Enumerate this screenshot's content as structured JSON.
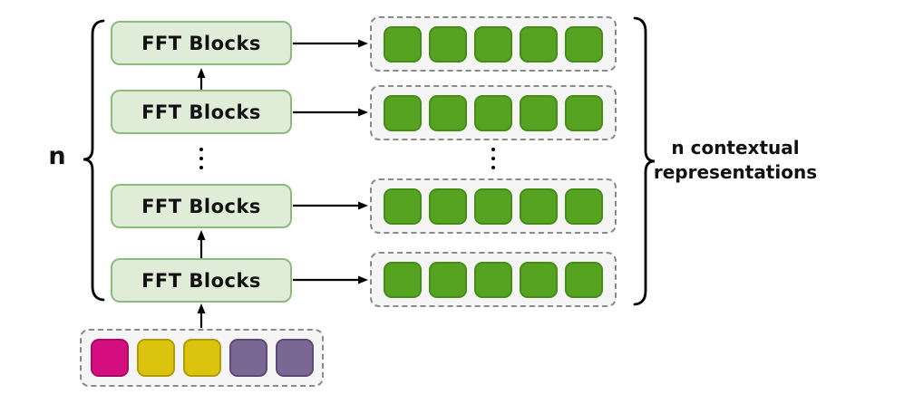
{
  "diagram": {
    "stack_count_label": "n",
    "fft_block_label": "FFT Blocks",
    "annotation": {
      "line1": "n contextual",
      "line2": "representations"
    }
  },
  "structure": {
    "fft_blocks_shown": 4,
    "output_rows_shown": 4,
    "tokens_per_output_row": 5,
    "input_tokens": [
      "magenta",
      "yellow",
      "yellow",
      "purple",
      "purple"
    ],
    "ellipsis_between_rows": true
  },
  "colors": {
    "fft_block_fill": "#deecd8",
    "fft_block_border": "#8cbc7c",
    "token_container_fill": "#f5f5f5",
    "token_container_border": "#8a8a8a",
    "arrow": "#000000",
    "output_token": {
      "fill": "#56a221",
      "border": "#478c17"
    },
    "input_token": {
      "magenta": {
        "fill": "#d40e7e",
        "border": "#aa0b65"
      },
      "yellow": {
        "fill": "#dcc40e",
        "border": "#b09c0b"
      },
      "purple": {
        "fill": "#7b6794",
        "border": "#5d4a73"
      }
    }
  }
}
